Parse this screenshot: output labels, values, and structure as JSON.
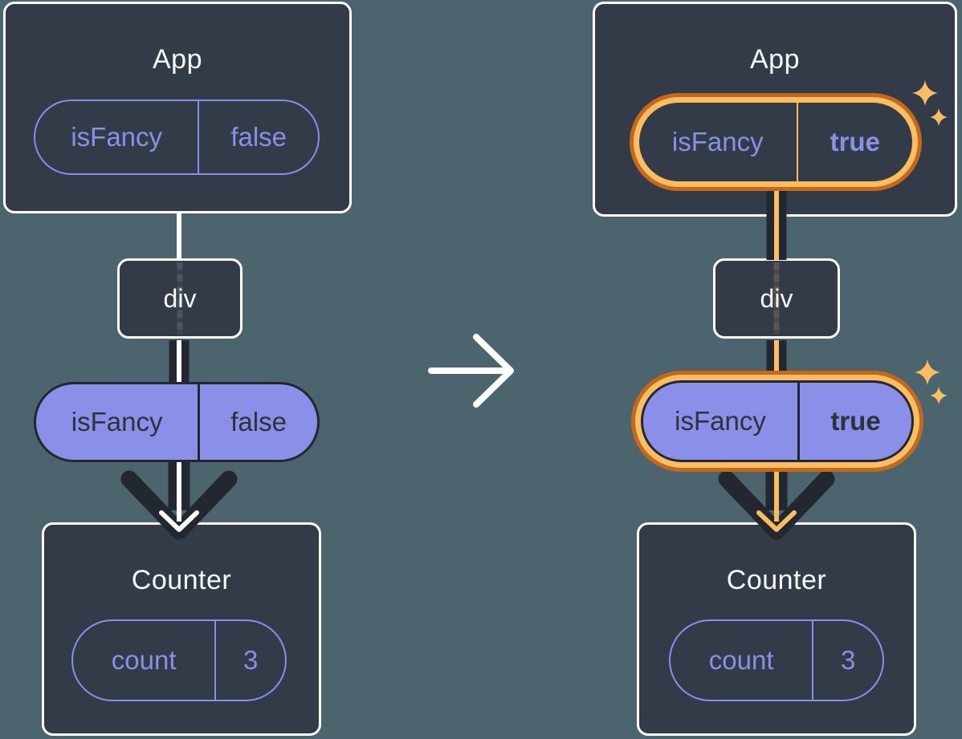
{
  "left_tree": {
    "app_box": {
      "title": "App",
      "prop_pill": {
        "name": "isFancy",
        "value": "false"
      }
    },
    "div_node": {
      "label": "div"
    },
    "passed_prop_pill": {
      "name": "isFancy",
      "value": "false"
    },
    "counter_box": {
      "title": "Counter",
      "state_pill": {
        "name": "count",
        "value": "3"
      }
    }
  },
  "right_tree": {
    "app_box": {
      "title": "App",
      "prop_pill": {
        "name": "isFancy",
        "value": "true"
      }
    },
    "div_node": {
      "label": "div"
    },
    "passed_prop_pill": {
      "name": "isFancy",
      "value": "true"
    },
    "counter_box": {
      "title": "Counter",
      "state_pill": {
        "name": "count",
        "value": "3"
      }
    }
  },
  "colors": {
    "background": "#4C646E",
    "box_fill": "#343B48",
    "box_border": "#FFFFFF",
    "purple": "#8A8FE8",
    "dark_line": "#23272F",
    "dark_text": "#2D323C",
    "orange_dark": "#C3691D",
    "orange_light": "#FABD62",
    "white": "#FFFFFF"
  },
  "icons": {
    "middle_arrow": "right-arrow",
    "sparkles": "sparkle"
  }
}
